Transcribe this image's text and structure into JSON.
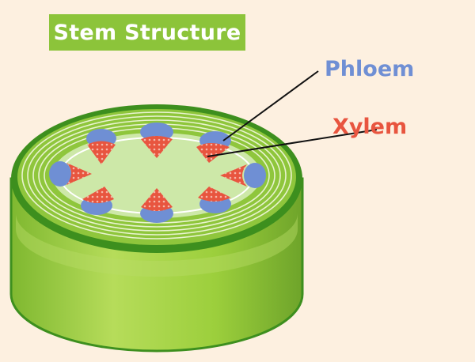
{
  "title": "Stem Structure",
  "labels": {
    "phloem": "Phloem",
    "xylem": "Xylem"
  },
  "colors": {
    "background": "#fdf0e0",
    "title_bg": "#8cc43a",
    "phloem": "#6f8fd4",
    "xylem": "#e8553f",
    "stem_outer": "#3d8f1e",
    "stem_body": "#9ccf3c",
    "pith": "#cde8a8"
  }
}
